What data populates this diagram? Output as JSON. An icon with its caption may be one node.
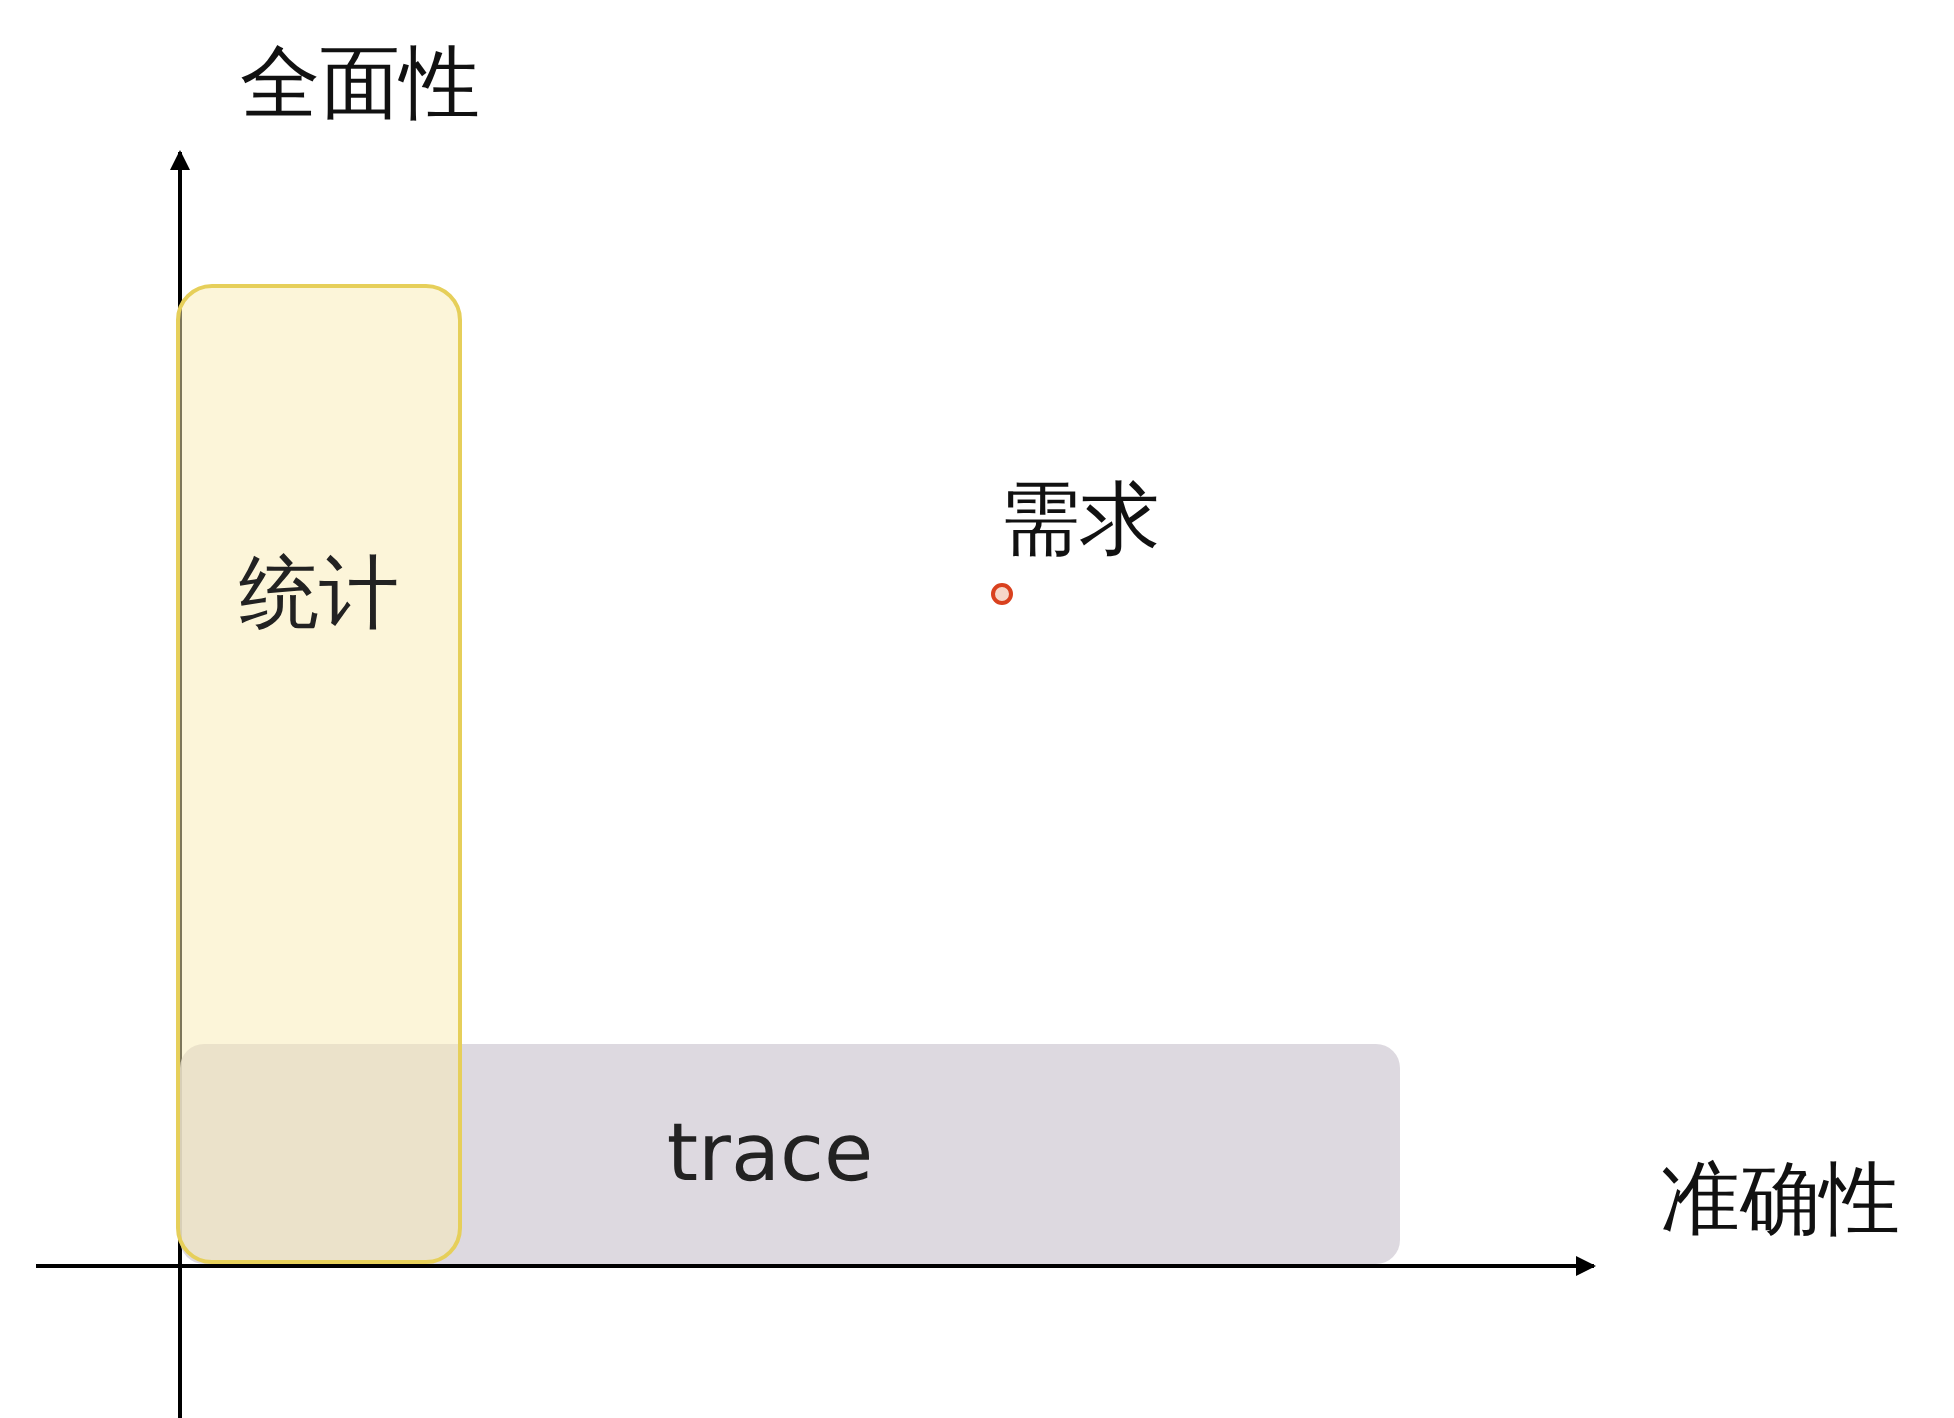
{
  "diagram": {
    "nodes": [
      {
        "text": [
          "trace"
        ]
      },
      {
        "text": [
          "统计"
        ]
      }
    ],
    "edges": [],
    "labels": [
      "全面性",
      "需求",
      "准确性"
    ]
  }
}
